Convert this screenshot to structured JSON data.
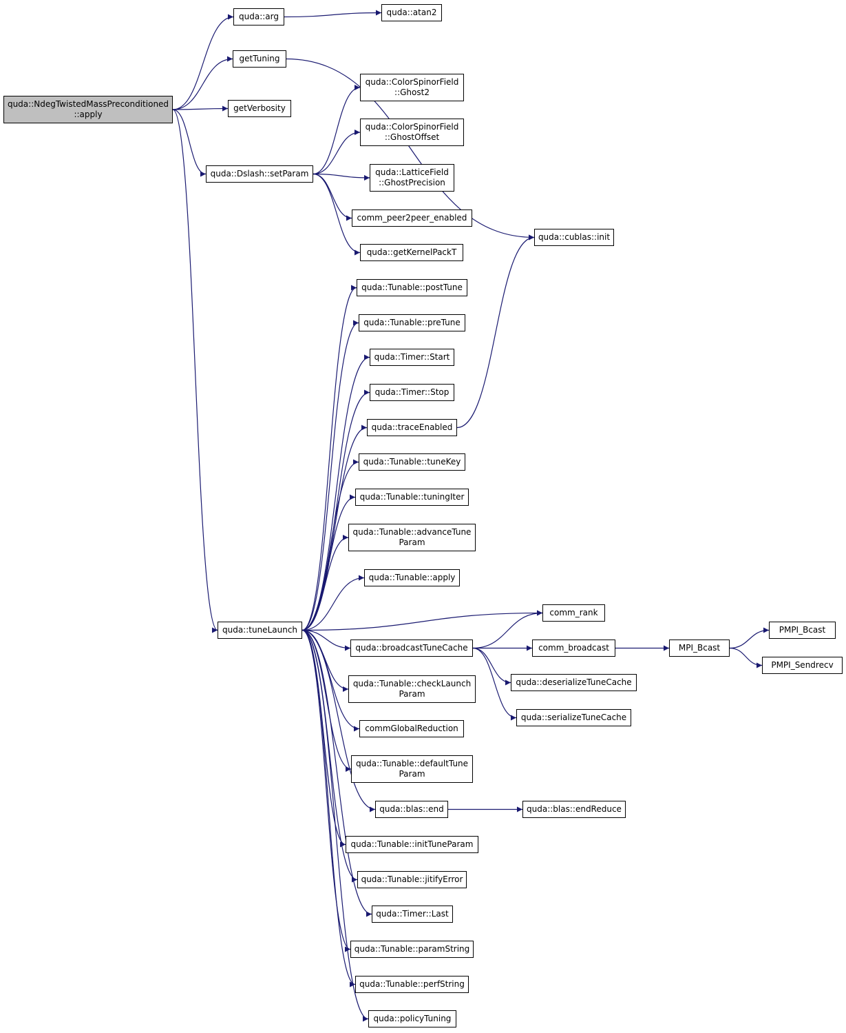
{
  "colors": {
    "edge": "#191970",
    "node_border": "#000000",
    "root_fill": "#bfbfbf",
    "node_fill": "#ffffff"
  },
  "nodes": {
    "root": {
      "line1": "quda::NdegTwistedMassPreconditioned",
      "line2": "::apply"
    },
    "arg": {
      "label": "quda::arg"
    },
    "atan2": {
      "label": "quda::atan2"
    },
    "getTuning": {
      "label": "getTuning"
    },
    "getVerbosity": {
      "label": "getVerbosity"
    },
    "setParam": {
      "label": "quda::Dslash::setParam"
    },
    "ghost2": {
      "line1": "quda::ColorSpinorField",
      "line2": "::Ghost2"
    },
    "ghostOffset": {
      "line1": "quda::ColorSpinorField",
      "line2": "::GhostOffset"
    },
    "ghostPrecision": {
      "line1": "quda::LatticeField",
      "line2": "::GhostPrecision"
    },
    "p2p": {
      "label": "comm_peer2peer_enabled"
    },
    "kernelPackT": {
      "label": "quda::getKernelPackT"
    },
    "cublasInit": {
      "label": "quda::cublas::init"
    },
    "postTune": {
      "label": "quda::Tunable::postTune"
    },
    "preTune": {
      "label": "quda::Tunable::preTune"
    },
    "timerStart": {
      "label": "quda::Timer::Start"
    },
    "timerStop": {
      "label": "quda::Timer::Stop"
    },
    "traceEnabled": {
      "label": "quda::traceEnabled"
    },
    "tuneKey": {
      "label": "quda::Tunable::tuneKey"
    },
    "tuningIter": {
      "label": "quda::Tunable::tuningIter"
    },
    "advanceTune": {
      "line1": "quda::Tunable::advanceTune",
      "line2": "Param"
    },
    "tunableApply": {
      "label": "quda::Tunable::apply"
    },
    "tuneLaunch": {
      "label": "quda::tuneLaunch"
    },
    "commRank": {
      "label": "comm_rank"
    },
    "broadcastTuneCache": {
      "label": "quda::broadcastTuneCache"
    },
    "commBroadcast": {
      "label": "comm_broadcast"
    },
    "mpiBcast": {
      "label": "MPI_Bcast"
    },
    "pmpiBcast": {
      "label": "PMPI_Bcast"
    },
    "pmpiSendrecv": {
      "label": "PMPI_Sendrecv"
    },
    "deserialize": {
      "label": "quda::deserializeTuneCache"
    },
    "serialize": {
      "label": "quda::serializeTuneCache"
    },
    "checkLaunch": {
      "line1": "quda::Tunable::checkLaunch",
      "line2": "Param"
    },
    "commGlobalReduction": {
      "label": "commGlobalReduction"
    },
    "defaultTune": {
      "line1": "quda::Tunable::defaultTune",
      "line2": "Param"
    },
    "blasEnd": {
      "label": "quda::blas::end"
    },
    "endReduce": {
      "label": "quda::blas::endReduce"
    },
    "initTuneParam": {
      "label": "quda::Tunable::initTuneParam"
    },
    "jitifyError": {
      "label": "quda::Tunable::jitifyError"
    },
    "timerLast": {
      "label": "quda::Timer::Last"
    },
    "paramString": {
      "label": "quda::Tunable::paramString"
    },
    "perfString": {
      "label": "quda::Tunable::perfString"
    },
    "policyTuning": {
      "label": "quda::policyTuning"
    }
  },
  "edges": [
    [
      "root",
      "arg"
    ],
    [
      "arg",
      "atan2"
    ],
    [
      "root",
      "getTuning"
    ],
    [
      "getTuning",
      "cublasInit"
    ],
    [
      "root",
      "getVerbosity"
    ],
    [
      "root",
      "setParam"
    ],
    [
      "root",
      "tuneLaunch"
    ],
    [
      "setParam",
      "ghost2"
    ],
    [
      "setParam",
      "ghostOffset"
    ],
    [
      "setParam",
      "ghostPrecision"
    ],
    [
      "setParam",
      "p2p"
    ],
    [
      "setParam",
      "kernelPackT"
    ],
    [
      "tuneLaunch",
      "postTune"
    ],
    [
      "tuneLaunch",
      "preTune"
    ],
    [
      "tuneLaunch",
      "timerStart"
    ],
    [
      "tuneLaunch",
      "timerStop"
    ],
    [
      "tuneLaunch",
      "traceEnabled"
    ],
    [
      "traceEnabled",
      "cublasInit"
    ],
    [
      "tuneLaunch",
      "tuneKey"
    ],
    [
      "tuneLaunch",
      "tuningIter"
    ],
    [
      "tuneLaunch",
      "advanceTune"
    ],
    [
      "tuneLaunch",
      "tunableApply"
    ],
    [
      "tuneLaunch",
      "commRank"
    ],
    [
      "tuneLaunch",
      "broadcastTuneCache"
    ],
    [
      "broadcastTuneCache",
      "commRank"
    ],
    [
      "broadcastTuneCache",
      "commBroadcast"
    ],
    [
      "commBroadcast",
      "mpiBcast"
    ],
    [
      "mpiBcast",
      "pmpiBcast"
    ],
    [
      "mpiBcast",
      "pmpiSendrecv"
    ],
    [
      "broadcastTuneCache",
      "deserialize"
    ],
    [
      "broadcastTuneCache",
      "serialize"
    ],
    [
      "tuneLaunch",
      "checkLaunch"
    ],
    [
      "tuneLaunch",
      "commGlobalReduction"
    ],
    [
      "tuneLaunch",
      "defaultTune"
    ],
    [
      "tuneLaunch",
      "blasEnd"
    ],
    [
      "blasEnd",
      "endReduce"
    ],
    [
      "tuneLaunch",
      "initTuneParam"
    ],
    [
      "tuneLaunch",
      "jitifyError"
    ],
    [
      "tuneLaunch",
      "timerLast"
    ],
    [
      "tuneLaunch",
      "paramString"
    ],
    [
      "tuneLaunch",
      "perfString"
    ],
    [
      "tuneLaunch",
      "policyTuning"
    ]
  ]
}
